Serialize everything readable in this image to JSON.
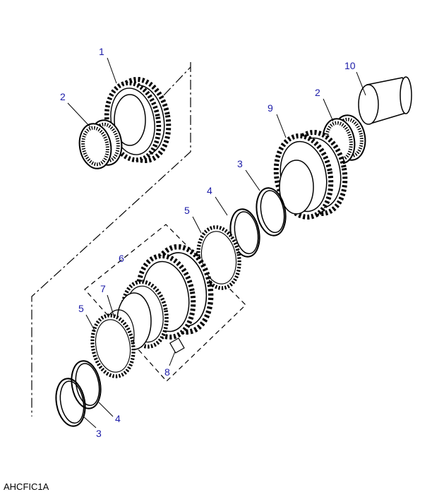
{
  "diagram_ref": "AHCFIC1A",
  "label_color": "#1c1ca8",
  "callouts": [
    {
      "id": "c1",
      "text": "1"
    },
    {
      "id": "c2a",
      "text": "2"
    },
    {
      "id": "c10",
      "text": "10"
    },
    {
      "id": "c2b",
      "text": "2"
    },
    {
      "id": "c9",
      "text": "9"
    },
    {
      "id": "c3a",
      "text": "3"
    },
    {
      "id": "c4a",
      "text": "4"
    },
    {
      "id": "c5a",
      "text": "5"
    },
    {
      "id": "c6",
      "text": "6"
    },
    {
      "id": "c7",
      "text": "7"
    },
    {
      "id": "c5b",
      "text": "5"
    },
    {
      "id": "c8",
      "text": "8"
    },
    {
      "id": "c4b",
      "text": "4"
    },
    {
      "id": "c3b",
      "text": "3"
    }
  ]
}
